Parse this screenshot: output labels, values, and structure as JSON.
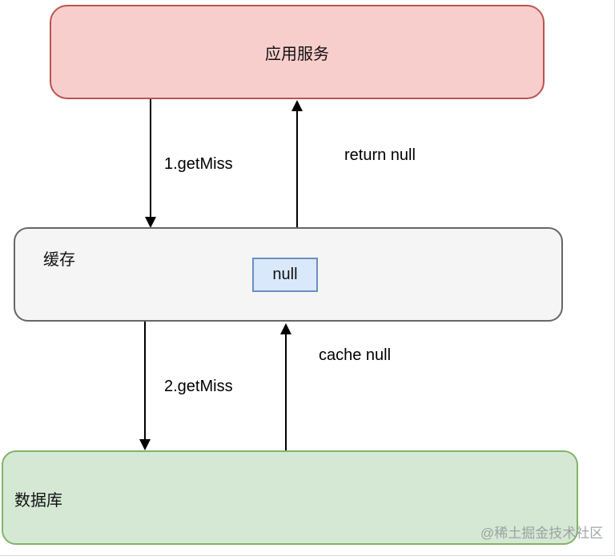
{
  "nodes": {
    "app_service": {
      "label": "应用服务"
    },
    "cache": {
      "label": "缓存",
      "value_label": "null"
    },
    "database": {
      "label": "数据库"
    }
  },
  "edges": {
    "get_miss_1": {
      "label": "1.getMiss",
      "from": "app_service",
      "to": "cache",
      "direction": "down"
    },
    "return_null": {
      "label": "return null",
      "from": "cache",
      "to": "app_service",
      "direction": "up"
    },
    "get_miss_2": {
      "label": "2.getMiss",
      "from": "cache",
      "to": "database",
      "direction": "down"
    },
    "cache_null": {
      "label": "cache null",
      "from": "database",
      "to": "cache",
      "direction": "up"
    }
  },
  "colors": {
    "app_service_fill": "#f8cecc",
    "app_service_border": "#b85450",
    "cache_fill": "#f5f5f5",
    "cache_border": "#666666",
    "database_fill": "#d5e8d4",
    "database_border": "#82b366",
    "null_box_fill": "#dae8fc",
    "null_box_border": "#6c8ebf",
    "arrow": "#000000"
  },
  "watermark": "@稀土掘金技术社区"
}
